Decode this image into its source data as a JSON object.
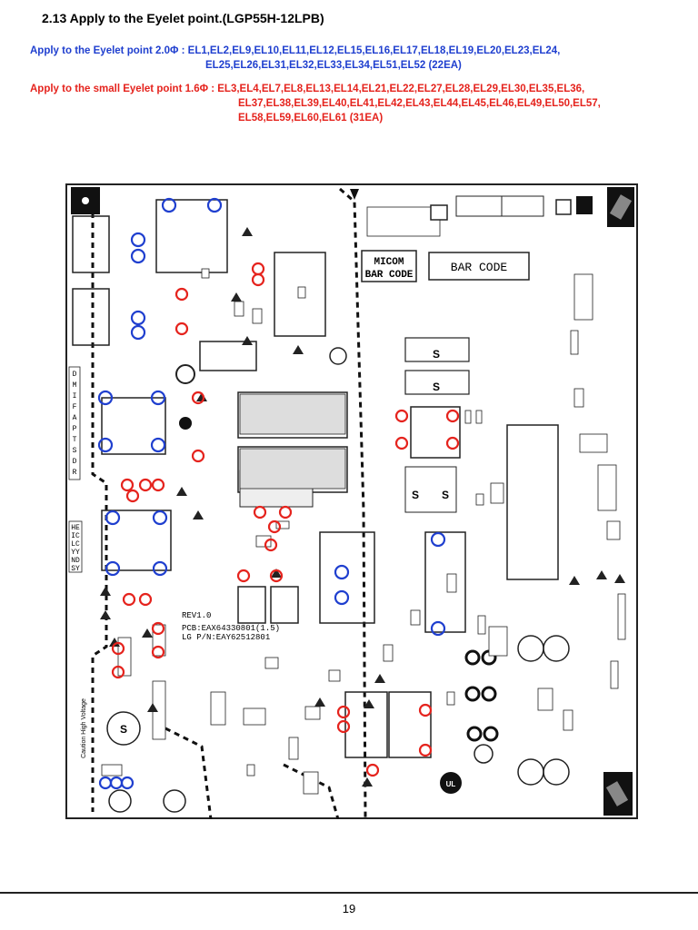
{
  "heading": "2.13 Apply to the Eyelet point.(LGP55H-12LPB)",
  "blue_line1": "Apply to the Eyelet point 2.0Φ : EL1,EL2,EL9,EL10,EL11,EL12,EL15,EL16,EL17,EL18,EL19,EL20,EL23,EL24,",
  "blue_line2": "EL25,EL26,EL31,EL32,EL33,EL34,EL51,EL52 (22EA)",
  "red_line1": "Apply to the small Eyelet point 1.6Φ : EL3,EL4,EL7,EL8,EL13,EL14,EL21,EL22,EL27,EL28,EL29,EL30,EL35,EL36,",
  "red_line2": "EL37,EL38,EL39,EL40,EL41,EL42,EL43,EL44,EL45,EL46,EL49,EL50,EL57,",
  "red_line3": "EL58,EL59,EL60,EL61 (31EA)",
  "board": {
    "micom_barcode": "MICOM\nBAR CODE",
    "micom_1": "MICOM",
    "micom_2": "BAR CODE",
    "barcode": "BAR CODE",
    "rev": "REV1.0",
    "pcb": "PCB:EAX64330801(1.5)",
    "lg_pn": "LG P/N:EAY62512801",
    "s_marks": [
      "S",
      "S",
      "S",
      "S",
      "S"
    ],
    "caution": "Caution High Voltage",
    "side_labels": [
      "D",
      "M",
      "I",
      "F",
      "A",
      "P",
      "T",
      "S",
      "D",
      "R"
    ],
    "side_labels2": [
      "HE",
      "IC",
      "LC",
      "YY",
      "ND",
      "SY"
    ]
  },
  "page_number": "19",
  "colors": {
    "blue_eyelet": "#1f3fcf",
    "red_eyelet": "#e5231d"
  }
}
